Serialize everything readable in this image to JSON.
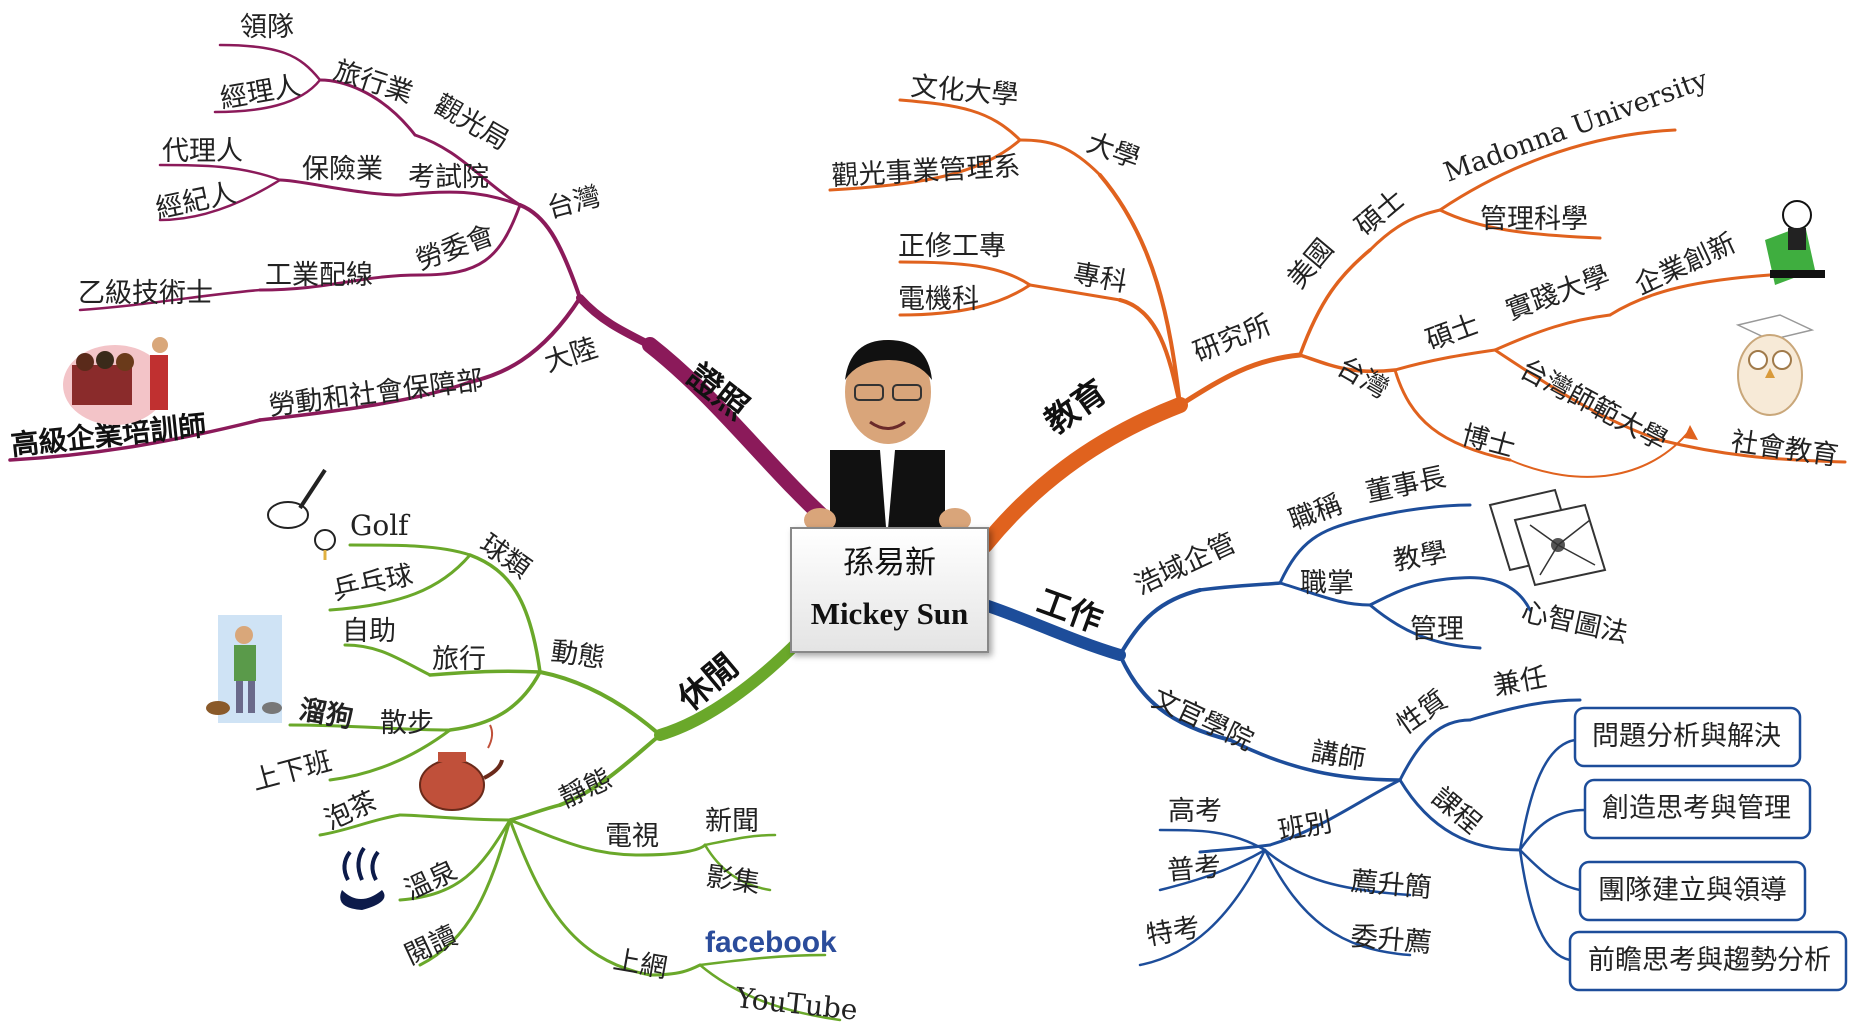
{
  "center": {
    "name_cn": "孫易新",
    "name_en": "Mickey Sun"
  },
  "colors": {
    "certificate": "#8b1a5a",
    "education": "#e0621e",
    "work": "#1d4d9a",
    "leisure": "#6aa82a"
  },
  "certificate": {
    "title": "證照",
    "taiwan": "台灣",
    "tourism_bureau": "觀光局",
    "travel_industry": "旅行業",
    "leader": "領隊",
    "manager": "經理人",
    "exam_yuan": "考試院",
    "insurance": "保險業",
    "agent": "代理人",
    "broker": "經紀人",
    "labor_council": "勞委會",
    "wiring": "工業配線",
    "technician_b": "乙級技術士",
    "mainland": "大陸",
    "ministry": "勞動和社會保障部",
    "senior_trainer": "高級企業培訓師"
  },
  "education": {
    "title": "教育",
    "university": "大學",
    "culture_univ": "文化大學",
    "tourism_dept": "觀光事業管理系",
    "junior_college": "專科",
    "zhengxiu": "正修工專",
    "electrical": "電機科",
    "graduate": "研究所",
    "usa": "美國",
    "master_us": "碩士",
    "madonna": "Madonna University",
    "mgmt_science": "管理科學",
    "taiwan": "台灣",
    "master_tw": "碩士",
    "shih_chien": "實踐大學",
    "innovation": "企業創新",
    "ntnu": "台灣師範大學",
    "social_edu": "社會教育",
    "phd": "博士"
  },
  "work": {
    "title": "工作",
    "haoyu": "浩域企管",
    "job_title": "職稱",
    "chairman": "董事長",
    "duties": "職掌",
    "teaching": "教學",
    "management": "管理",
    "mind_map": "心智圖法",
    "civil_academy": "文官學院",
    "lecturer": "講師",
    "nature": "性質",
    "part_time": "兼任",
    "course": "課程",
    "courses": [
      "問題分析與解決",
      "創造思考與管理",
      "團隊建立與領導",
      "前瞻思考與趨勢分析"
    ],
    "class_type": "班別",
    "high_exam": "高考",
    "general_exam": "普考",
    "special_exam": "特考",
    "promotion_1": "薦升簡",
    "promotion_2": "委升薦"
  },
  "leisure": {
    "title": "休閒",
    "active": "動態",
    "ball_games": "球類",
    "golf": "Golf",
    "pingpong": "乒乓球",
    "travel": "旅行",
    "self_guided": "自助",
    "walk": "散步",
    "dog_walking": "溜狗",
    "commute": "上下班",
    "static": "靜態",
    "tea": "泡茶",
    "hot_spring": "溫泉",
    "reading": "閱讀",
    "tv": "電視",
    "news": "新聞",
    "drama": "影集",
    "internet": "上網",
    "facebook": "facebook",
    "youtube": "YouTube"
  }
}
